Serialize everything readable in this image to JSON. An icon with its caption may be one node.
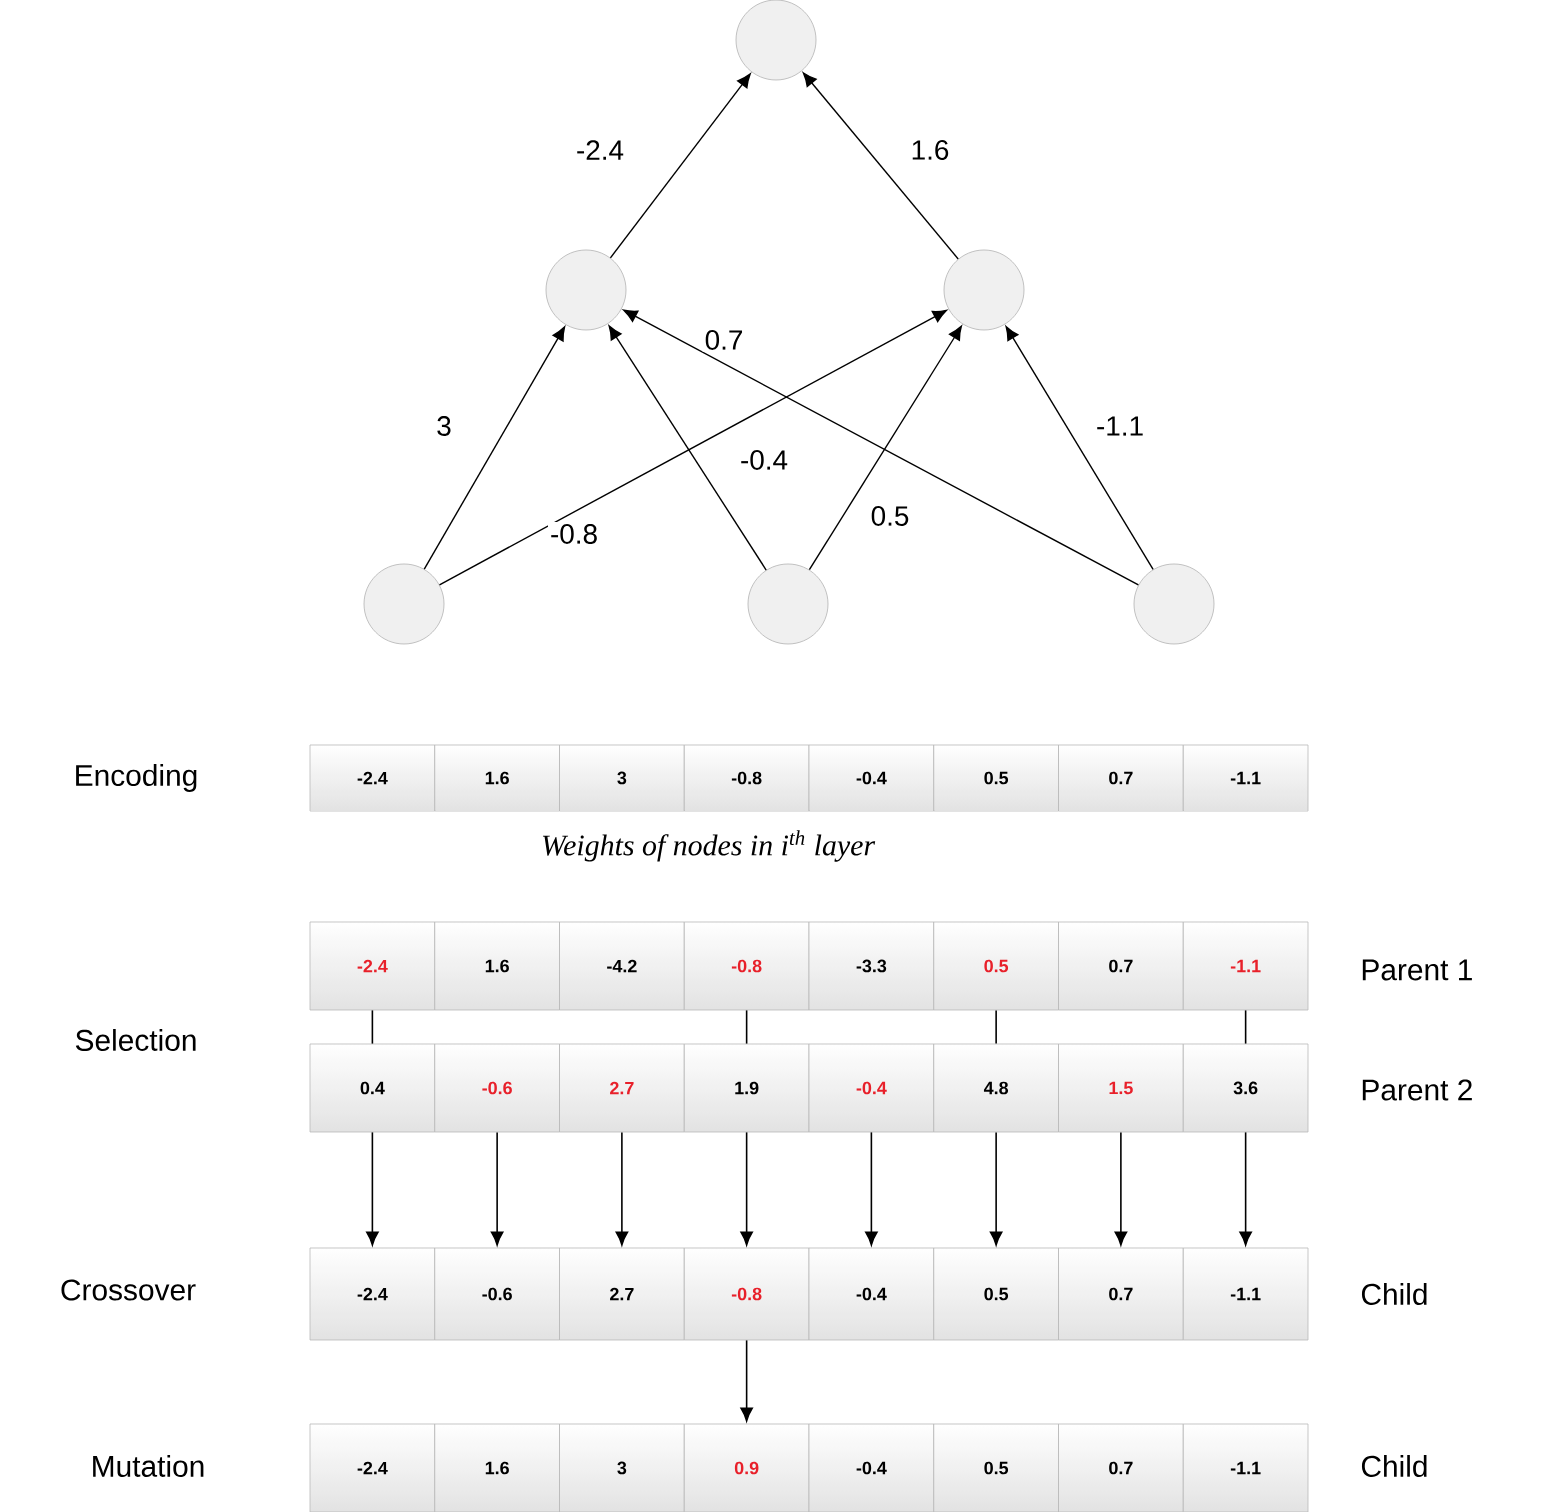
{
  "diagram": {
    "nodes": [
      {
        "text": [],
        "shape": "circle"
      },
      {
        "text": [],
        "shape": "circle"
      },
      {
        "text": [],
        "shape": "circle"
      },
      {
        "text": [],
        "shape": "circle"
      },
      {
        "text": [],
        "shape": "circle"
      },
      {
        "text": [],
        "shape": "circle"
      },
      {
        "text": [
          "-2.4"
        ]
      },
      {
        "text": [
          "1.6"
        ]
      },
      {
        "text": [
          "3"
        ]
      },
      {
        "text": [
          "-0.8"
        ]
      },
      {
        "text": [
          "-0.4"
        ]
      },
      {
        "text": [
          "0.5"
        ]
      },
      {
        "text": [
          "0.7"
        ]
      },
      {
        "text": [
          "-1.1"
        ]
      },
      {
        "text": [
          "-2.4"
        ]
      },
      {
        "text": [
          "1.6"
        ]
      },
      {
        "text": [
          "-4.2"
        ]
      },
      {
        "text": [
          "-0.8"
        ]
      },
      {
        "text": [
          "-3.3"
        ]
      },
      {
        "text": [
          "0.5"
        ]
      },
      {
        "text": [
          "0.7"
        ]
      },
      {
        "text": [
          "-1.1"
        ]
      },
      {
        "text": [
          "0.4"
        ]
      },
      {
        "text": [
          "-0.6"
        ]
      },
      {
        "text": [
          "2.7"
        ]
      },
      {
        "text": [
          "1.9"
        ]
      },
      {
        "text": [
          "-0.4"
        ]
      },
      {
        "text": [
          "4.8"
        ]
      },
      {
        "text": [
          "1.5"
        ]
      },
      {
        "text": [
          "3.6"
        ]
      },
      {
        "text": [
          "-2.4"
        ]
      },
      {
        "text": [
          "-0.6"
        ]
      },
      {
        "text": [
          "2.7"
        ]
      },
      {
        "text": [
          "-0.8"
        ]
      },
      {
        "text": [
          "-0.4"
        ]
      },
      {
        "text": [
          "0.5"
        ]
      },
      {
        "text": [
          "0.7"
        ]
      },
      {
        "text": [
          "-1.1"
        ]
      },
      {
        "text": [
          "-2.4"
        ]
      },
      {
        "text": [
          "1.6"
        ]
      },
      {
        "text": [
          "3"
        ]
      },
      {
        "text": [
          "0.9"
        ]
      },
      {
        "text": [
          "-0.4"
        ]
      },
      {
        "text": [
          "0.5"
        ]
      },
      {
        "text": [
          "0.7"
        ]
      },
      {
        "text": [
          "-1.1"
        ]
      }
    ],
    "edges": [
      {
        "from": 1,
        "to": 0,
        "arrow": "to",
        "label": "-2.4"
      },
      {
        "from": 2,
        "to": 0,
        "arrow": "to",
        "label": "1.6"
      },
      {
        "from": 3,
        "to": 1,
        "arrow": "to",
        "label": "3"
      },
      {
        "from": 3,
        "to": 2,
        "arrow": "to",
        "label": "-0.8"
      },
      {
        "from": 4,
        "to": 1,
        "arrow": "to",
        "label": "-0.4"
      },
      {
        "from": 4,
        "to": 2,
        "arrow": "to",
        "label": "0.5"
      },
      {
        "from": 5,
        "to": 1,
        "arrow": "to",
        "label": "0.7"
      },
      {
        "from": 5,
        "to": 2,
        "arrow": "to",
        "label": "-1.1"
      },
      {
        "from": 14,
        "to": 22,
        "arrow": "none"
      },
      {
        "from": 17,
        "to": 25,
        "arrow": "none"
      },
      {
        "from": 19,
        "to": 27,
        "arrow": "none"
      },
      {
        "from": 21,
        "to": 29,
        "arrow": "none"
      },
      {
        "from": 22,
        "to": 30,
        "arrow": "to"
      },
      {
        "from": 23,
        "to": 31,
        "arrow": "to"
      },
      {
        "from": 24,
        "to": 32,
        "arrow": "to"
      },
      {
        "from": 25,
        "to": 33,
        "arrow": "to"
      },
      {
        "from": 26,
        "to": 34,
        "arrow": "to"
      },
      {
        "from": 27,
        "to": 35,
        "arrow": "to"
      },
      {
        "from": 28,
        "to": 36,
        "arrow": "to"
      },
      {
        "from": 29,
        "to": 37,
        "arrow": "to"
      },
      {
        "from": 33,
        "to": 41,
        "arrow": "to"
      }
    ],
    "labels": [
      "Encoding",
      "Weights of nodes in i$^{th}$ layer",
      "Parent 1",
      "Selection",
      "Parent 2",
      "Crossover",
      "Child",
      "Mutation",
      "Child"
    ]
  }
}
